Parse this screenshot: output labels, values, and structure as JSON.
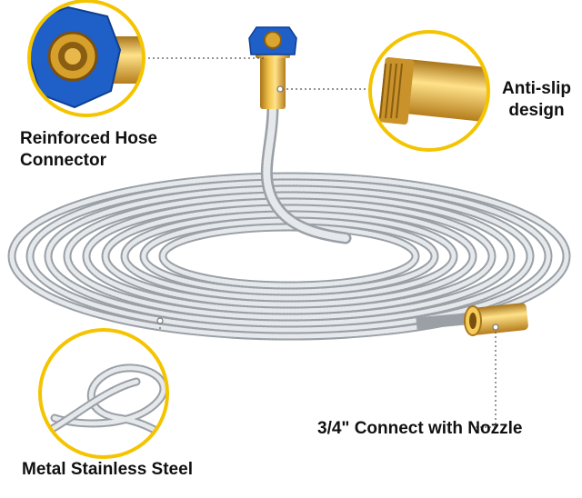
{
  "callouts": {
    "connector": {
      "line1": "Reinforced Hose",
      "line2": "Connector"
    },
    "anti_slip": {
      "line1": "Anti-slip",
      "line2": "design"
    },
    "nozzle": {
      "text": "3/4\" Connect with Nozzle"
    },
    "steel": {
      "text": "Metal Stainless Steel"
    }
  },
  "colors": {
    "callout_ring": "#f5c400",
    "connector_blue": "#1e5fc8",
    "brass": "#e0a92a",
    "steel": "#c4c8cc"
  }
}
